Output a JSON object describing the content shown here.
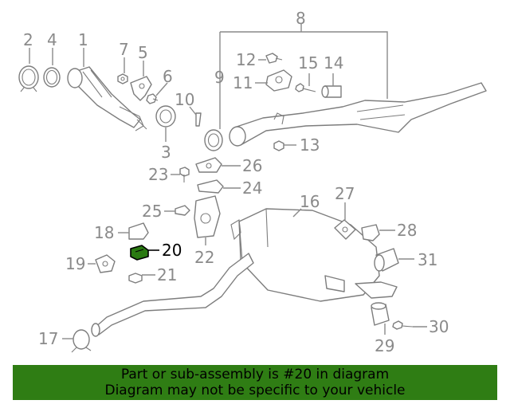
{
  "callouts": {
    "c1": "1",
    "c2": "2",
    "c3": "3",
    "c4": "4",
    "c5": "5",
    "c6": "6",
    "c7": "7",
    "c8": "8",
    "c9": "9",
    "c10": "10",
    "c11": "11",
    "c12": "12",
    "c13": "13",
    "c14": "14",
    "c15": "15",
    "c16": "16",
    "c17": "17",
    "c18": "18",
    "c19": "19",
    "c20": "20",
    "c21": "21",
    "c22": "22",
    "c23": "23",
    "c24": "24",
    "c25": "25",
    "c26": "26",
    "c27": "27",
    "c28": "28",
    "c29": "29",
    "c30": "30",
    "c31": "31"
  },
  "highlighted_part": "20",
  "banner": {
    "line1": "Part or sub-assembly is #20 in diagram",
    "line2": "Diagram may not be specific to your vehicle"
  },
  "colors": {
    "banner_bg": "#2f7d14",
    "highlight_part": "#2a7a12",
    "line_art": "#7d7d7d"
  }
}
